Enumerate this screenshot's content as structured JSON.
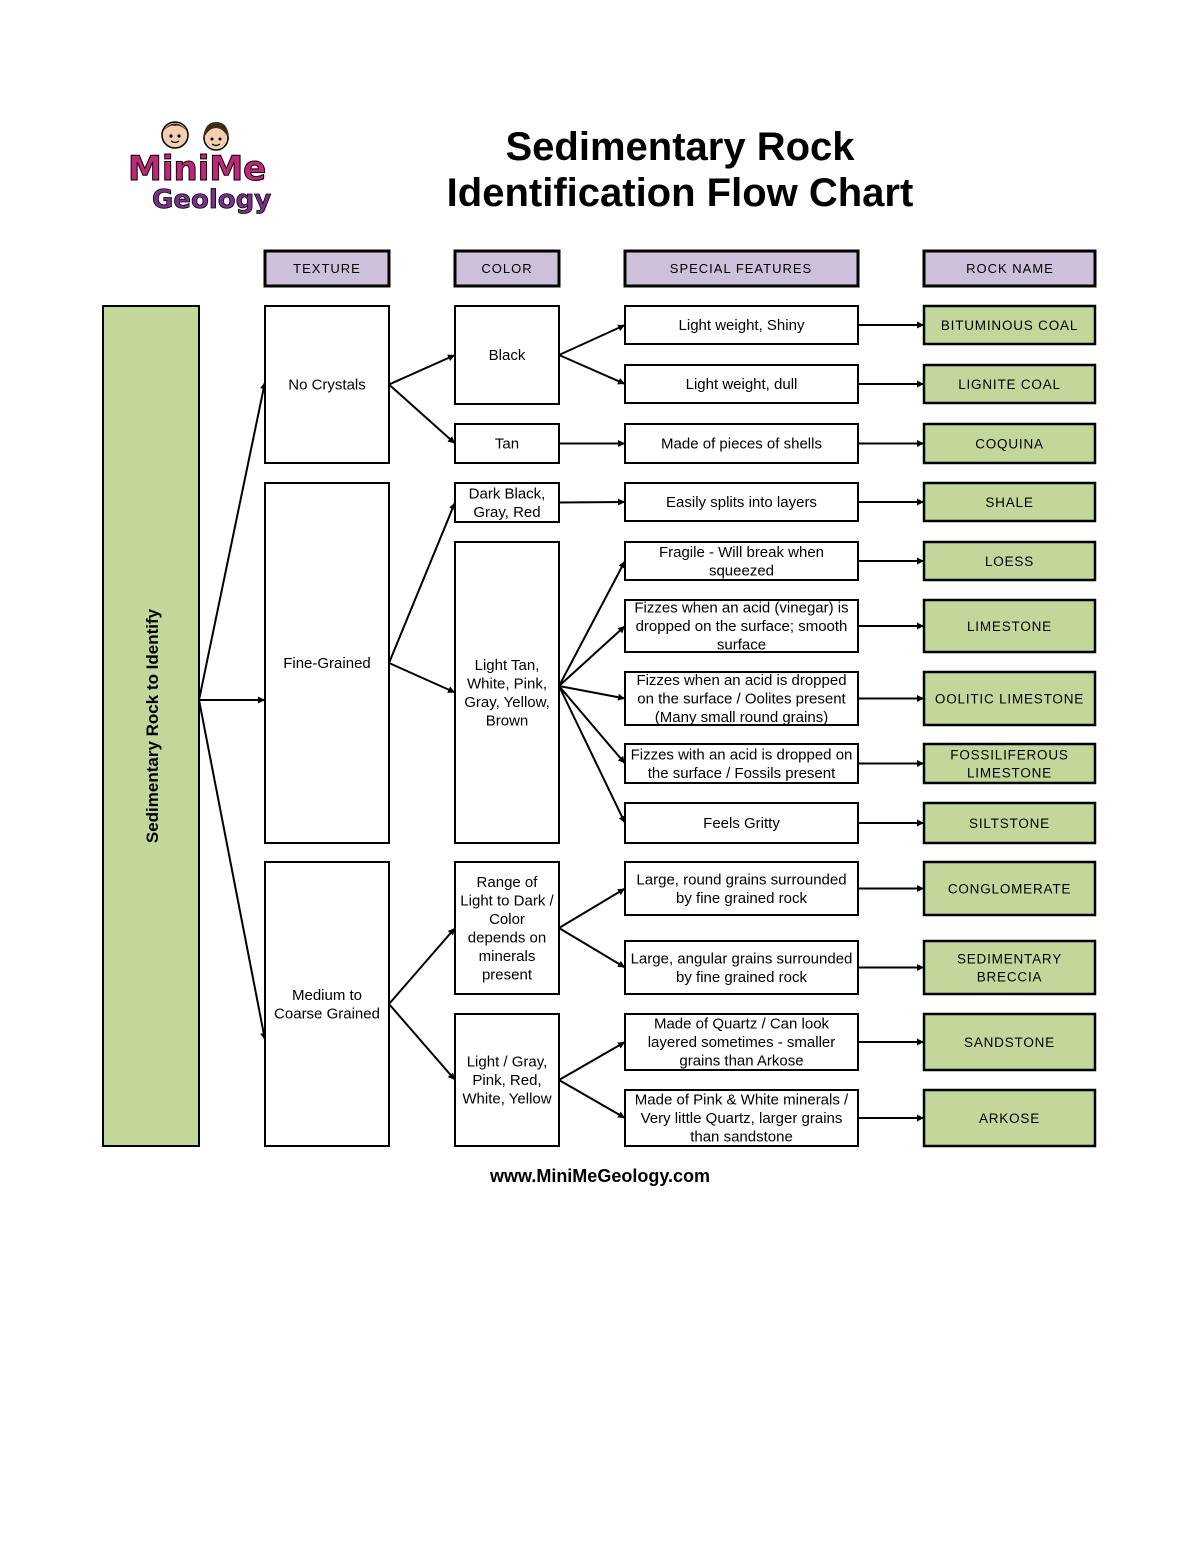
{
  "logo": {
    "line1": "MiniMe",
    "line2": "Geology"
  },
  "title": {
    "line1": "Sedimentary Rock",
    "line2": "Identification Flow Chart"
  },
  "headers": {
    "texture": "TEXTURE",
    "color": "COLOR",
    "special_features": "SPECIAL FEATURES",
    "rock_name": "ROCK NAME"
  },
  "start": "Sedimentary Rock to Identify",
  "textures": {
    "t0": [
      "No Crystals"
    ],
    "t1": [
      "Fine-Grained"
    ],
    "t2": [
      "Medium to",
      "Coarse Grained"
    ]
  },
  "colors": {
    "c0": [
      "Black"
    ],
    "c1": [
      "Tan"
    ],
    "c2": [
      "Dark Black,",
      "Gray, Red"
    ],
    "c3": [
      "Light Tan,",
      "White, Pink,",
      "Gray, Yellow,",
      "Brown"
    ],
    "c4": [
      "Range of",
      "Light to Dark /",
      "Color",
      "depends on",
      "minerals",
      "present"
    ],
    "c5": [
      "Light / Gray,",
      "Pink, Red,",
      "White, Yellow"
    ]
  },
  "features": {
    "f0": [
      "Light weight, Shiny"
    ],
    "f1": [
      "Light weight, dull"
    ],
    "f2": [
      "Made of pieces of shells"
    ],
    "f3": [
      "Easily splits into layers"
    ],
    "f4": [
      "Fragile - Will break when",
      "squeezed"
    ],
    "f5": [
      "Fizzes when an acid (vinegar) is",
      "dropped on the surface; smooth",
      "surface"
    ],
    "f6": [
      "Fizzes when an acid is dropped",
      "on the surface / Oolites present",
      "(Many small round grains)"
    ],
    "f7": [
      "Fizzes with an acid is dropped on",
      "the surface / Fossils present"
    ],
    "f8": [
      "Feels Gritty"
    ],
    "f9": [
      "Large, round grains surrounded",
      "by fine grained rock"
    ],
    "f10": [
      "Large, angular grains surrounded",
      "by fine grained rock"
    ],
    "f11": [
      "Made of Quartz / Can look",
      "layered sometimes - smaller",
      "grains than Arkose"
    ],
    "f12": [
      "Made of Pink & White minerals /",
      "Very little Quartz, larger grains",
      "than sandstone"
    ]
  },
  "rocks": {
    "r0": [
      "BITUMINOUS COAL"
    ],
    "r1": [
      "LIGNITE COAL"
    ],
    "r2": [
      "COQUINA"
    ],
    "r3": [
      "SHALE"
    ],
    "r4": [
      "LOESS"
    ],
    "r5": [
      "LIMESTONE"
    ],
    "r6": [
      "OOLITIC LIMESTONE"
    ],
    "r7": [
      "FOSSILIFEROUS",
      "LIMESTONE"
    ],
    "r8": [
      "SILTSTONE"
    ],
    "r9": [
      "CONGLOMERATE"
    ],
    "r10": [
      "SEDIMENTARY",
      "BRECCIA"
    ],
    "r11": [
      "SANDSTONE"
    ],
    "r12": [
      "ARKOSE"
    ]
  },
  "footer": {
    "url": "www.MiniMeGeology.com"
  },
  "colors_palette": {
    "header_fill": "#ccc0da",
    "rock_fill": "#c4d79b",
    "start_fill": "#c4d79b",
    "logo_pink": "#c0267d",
    "logo_purple": "#7b2f8c",
    "logo_green": "#8cc63f"
  }
}
